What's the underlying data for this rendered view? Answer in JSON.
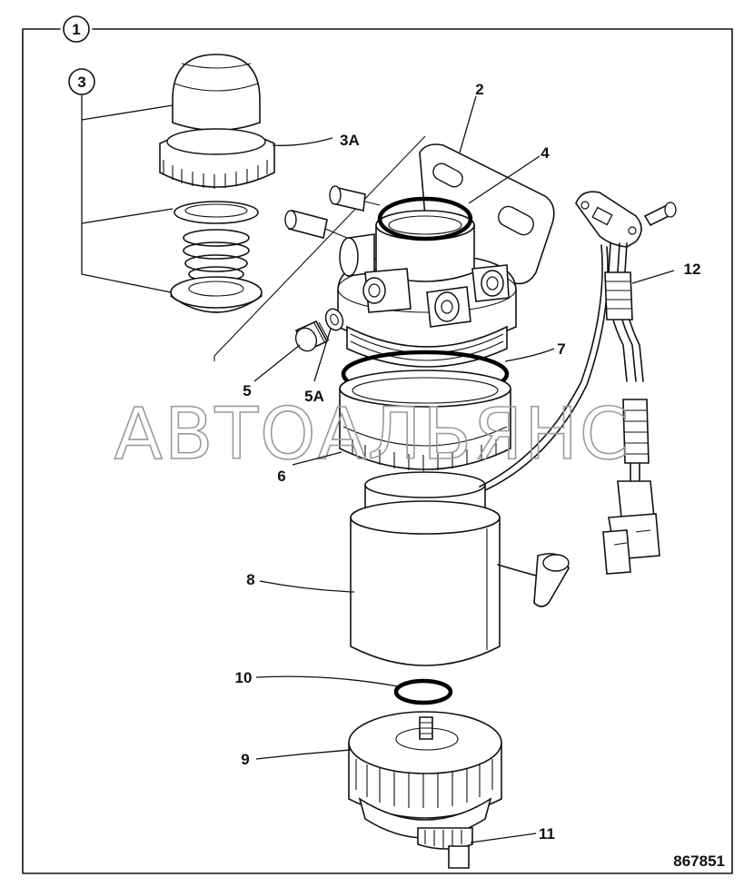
{
  "figure_number": "867851",
  "watermark": "АВТОАЛЬЯНС",
  "callouts": {
    "c1": "1",
    "c2": "2",
    "c3": "3",
    "c3a": "3A",
    "c4": "4",
    "c5": "5",
    "c5a": "5A",
    "c6": "6",
    "c7": "7",
    "c8": "8",
    "c9": "9",
    "c10": "10",
    "c11": "11",
    "c12": "12"
  }
}
